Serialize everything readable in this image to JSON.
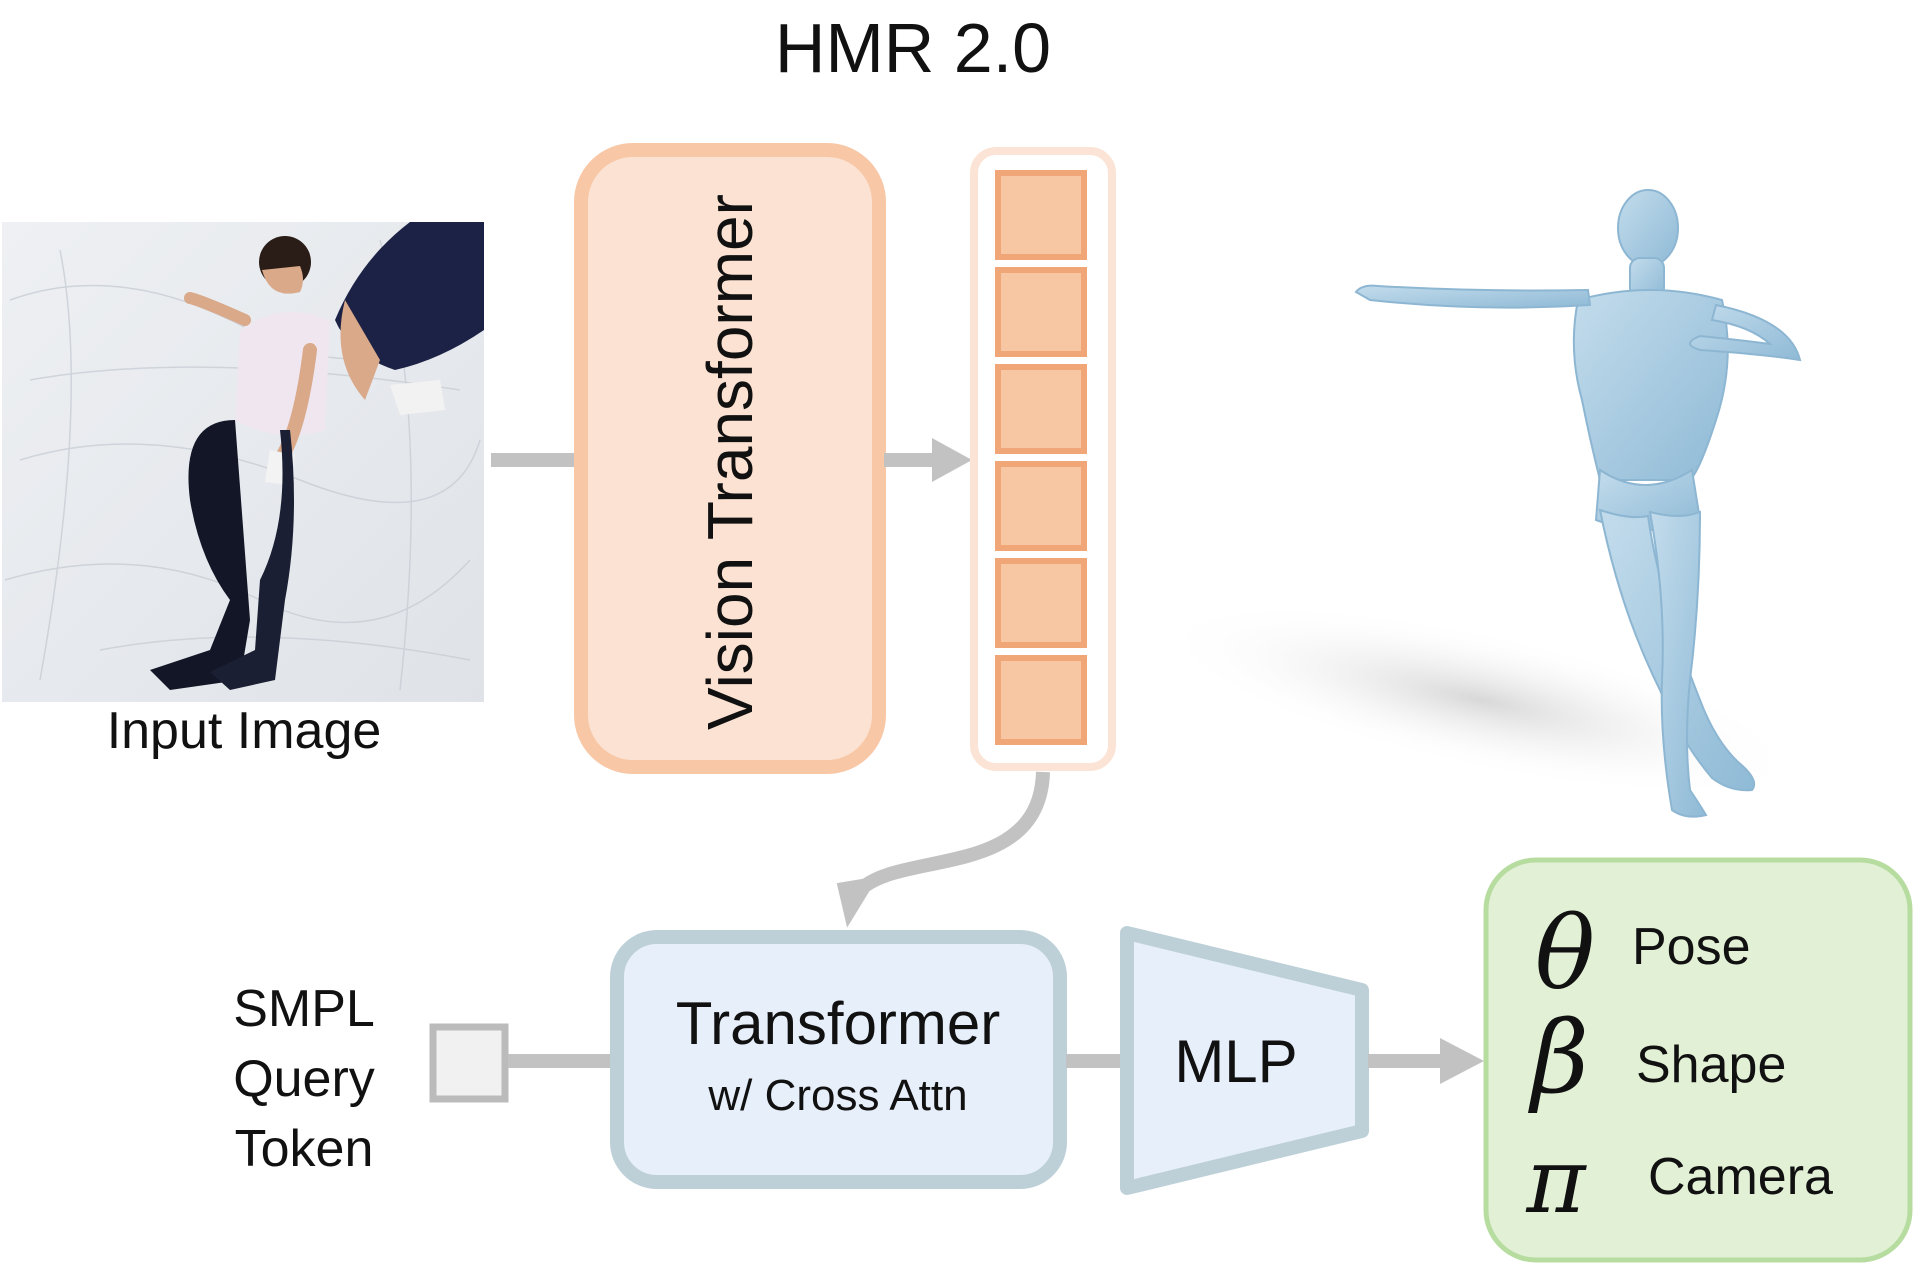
{
  "title": "HMR 2.0",
  "input_image": {
    "caption": "Input Image"
  },
  "vit": {
    "label": "Vision Transformer"
  },
  "tokens": {
    "count": 6
  },
  "query": {
    "line1": "SMPL",
    "line2": "Query",
    "line3": "Token"
  },
  "decoder": {
    "label": "Transformer",
    "sublabel": "w/ Cross Attn"
  },
  "mlp": {
    "label": "MLP"
  },
  "outputs": [
    {
      "symbol": "θ",
      "label": "Pose"
    },
    {
      "symbol": "β",
      "label": "Shape"
    },
    {
      "symbol": "π",
      "label": "Camera"
    }
  ],
  "colors": {
    "vit_fill": "#fbe2d2",
    "vit_stroke": "#f8c7a6",
    "token_fill": "#f7c7a4",
    "token_stroke": "#f0a676",
    "token_outer": "#fbe9dc",
    "decoder_fill": "#e7effb",
    "decoder_stroke": "#bdd0d8",
    "output_fill": "#e2f1d6",
    "output_stroke": "#b7dca0",
    "arrow": "#c2c2c2",
    "body": "#a6cbe2"
  }
}
